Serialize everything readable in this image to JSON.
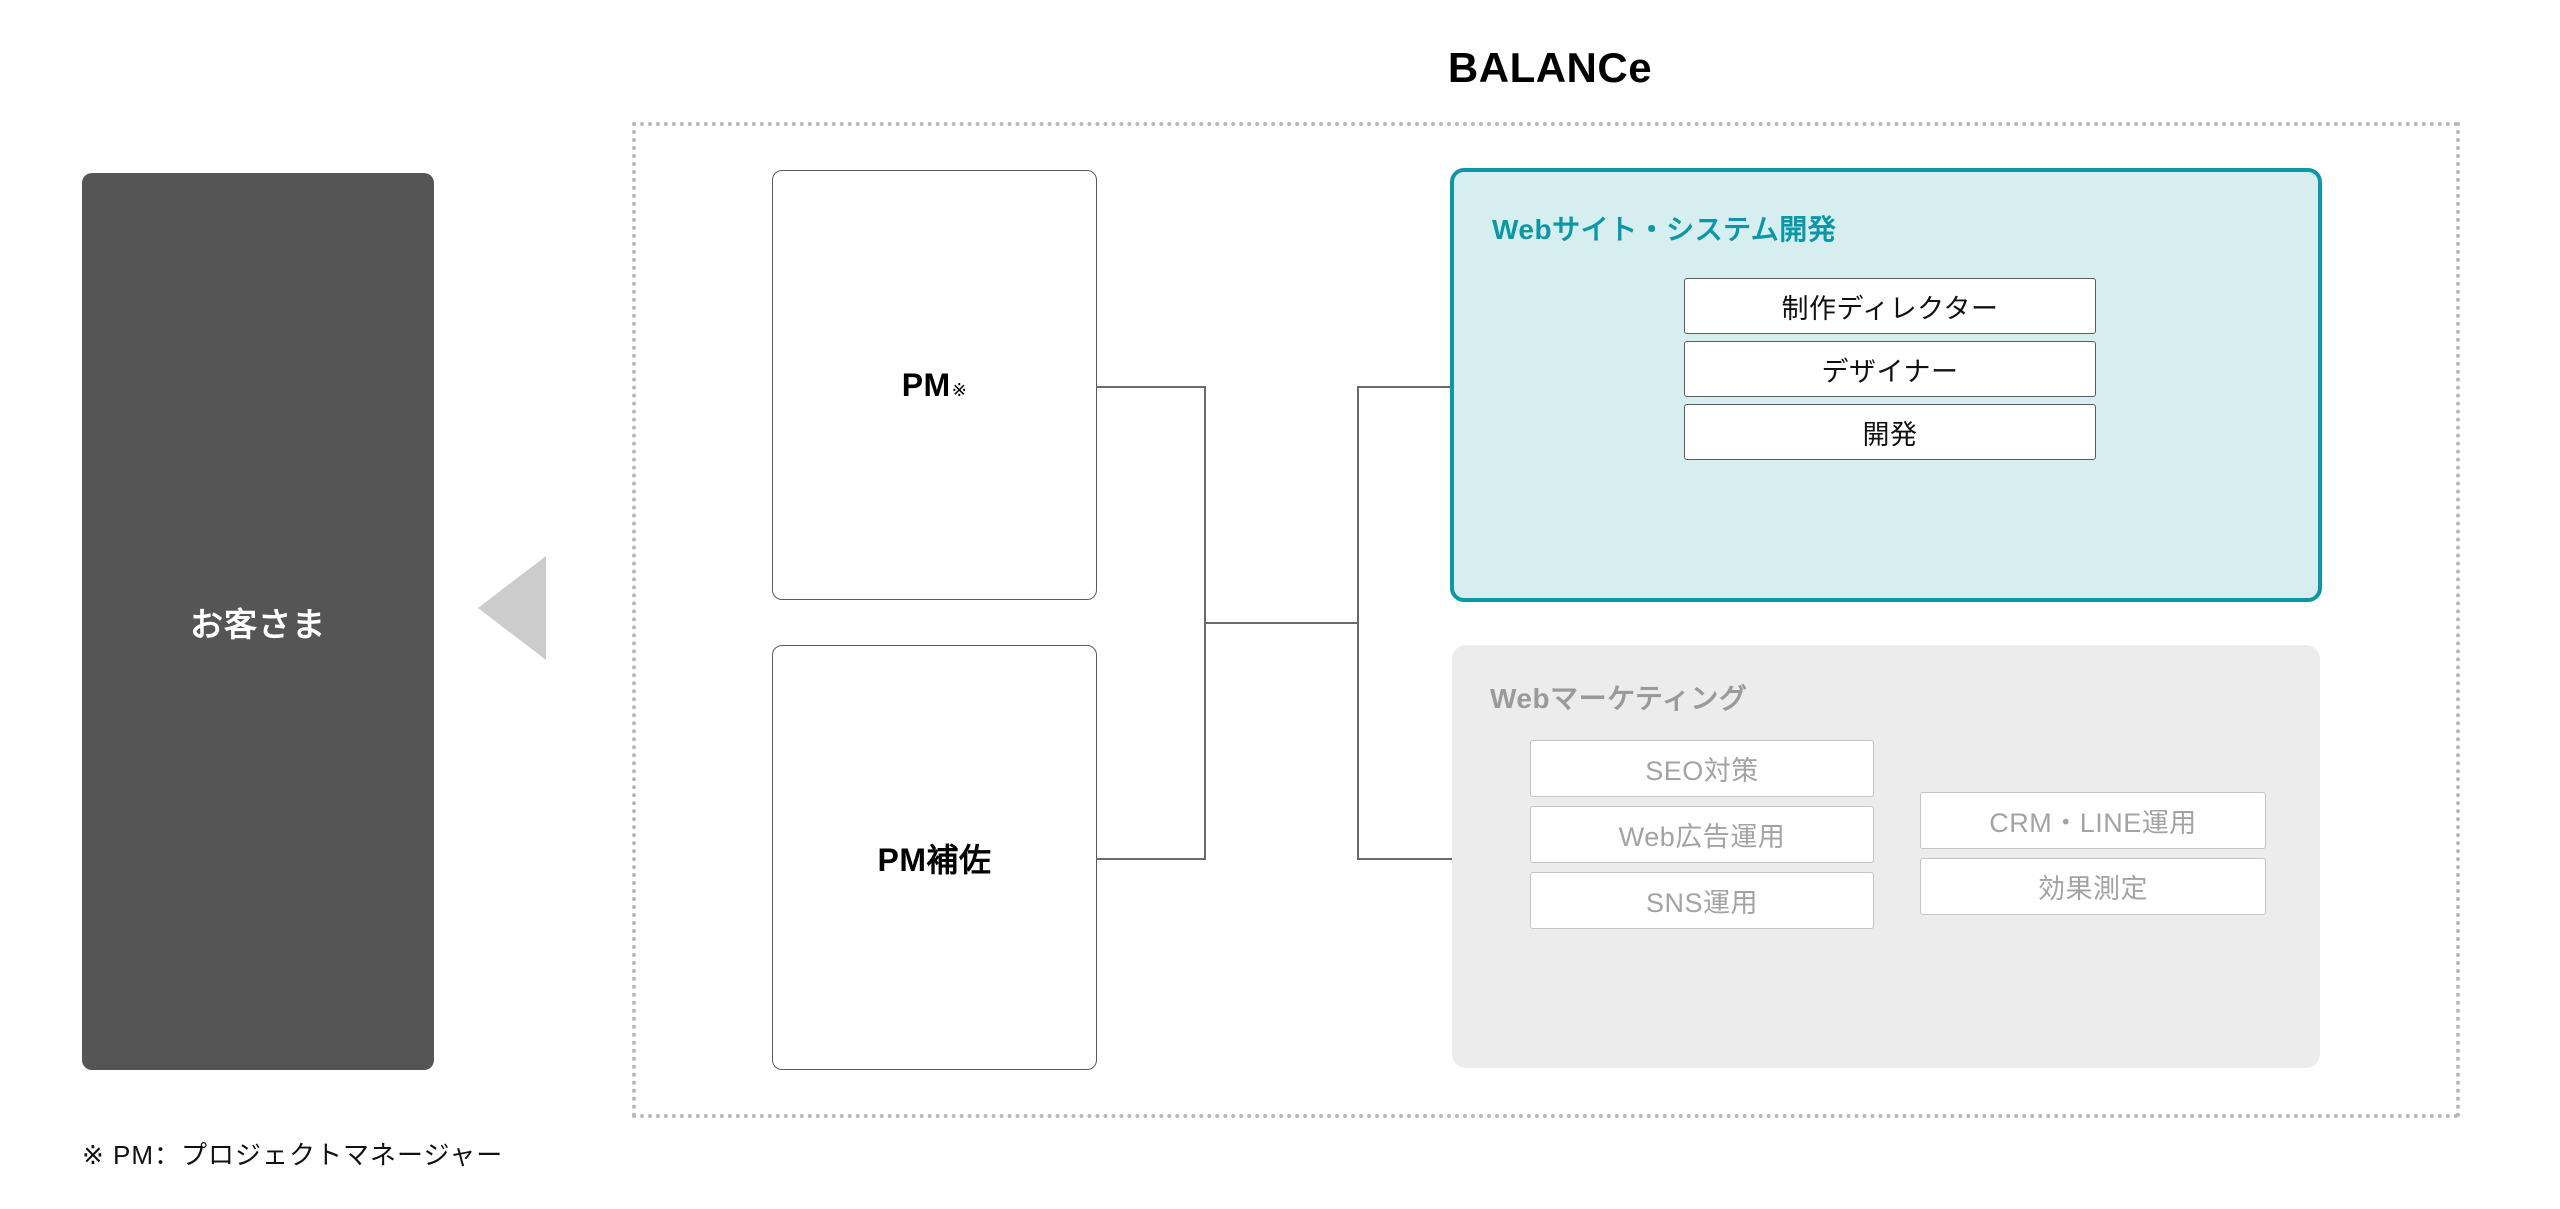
{
  "diagram": {
    "title": "BALANCe",
    "footnote": "※ PM：プロジェクトマネージャー",
    "client": {
      "label": "お客さま",
      "color": "#555555"
    },
    "arrow": {
      "direction": "left",
      "color": "#cccccc"
    },
    "roles": [
      {
        "label": "PM",
        "note": "※"
      },
      {
        "label": "PM補佐",
        "note": ""
      }
    ],
    "groups": [
      {
        "id": "web-development",
        "title": "Webサイト・システム開発",
        "accent_color": "#0b97a5",
        "background_color": "#d7eef1",
        "items": [
          {
            "label": "制作ディレクター"
          },
          {
            "label": "デザイナー"
          },
          {
            "label": "開発"
          }
        ]
      },
      {
        "id": "web-marketing",
        "title": "Webマーケティング",
        "accent_color": "#9a9a9a",
        "background_color": "#ececec",
        "column_left": [
          {
            "label": "SEO対策"
          },
          {
            "label": "Web広告運用"
          },
          {
            "label": "SNS運用"
          }
        ],
        "column_right": [
          {
            "label": "CRM・LINE運用"
          },
          {
            "label": "効果測定"
          }
        ]
      }
    ]
  }
}
